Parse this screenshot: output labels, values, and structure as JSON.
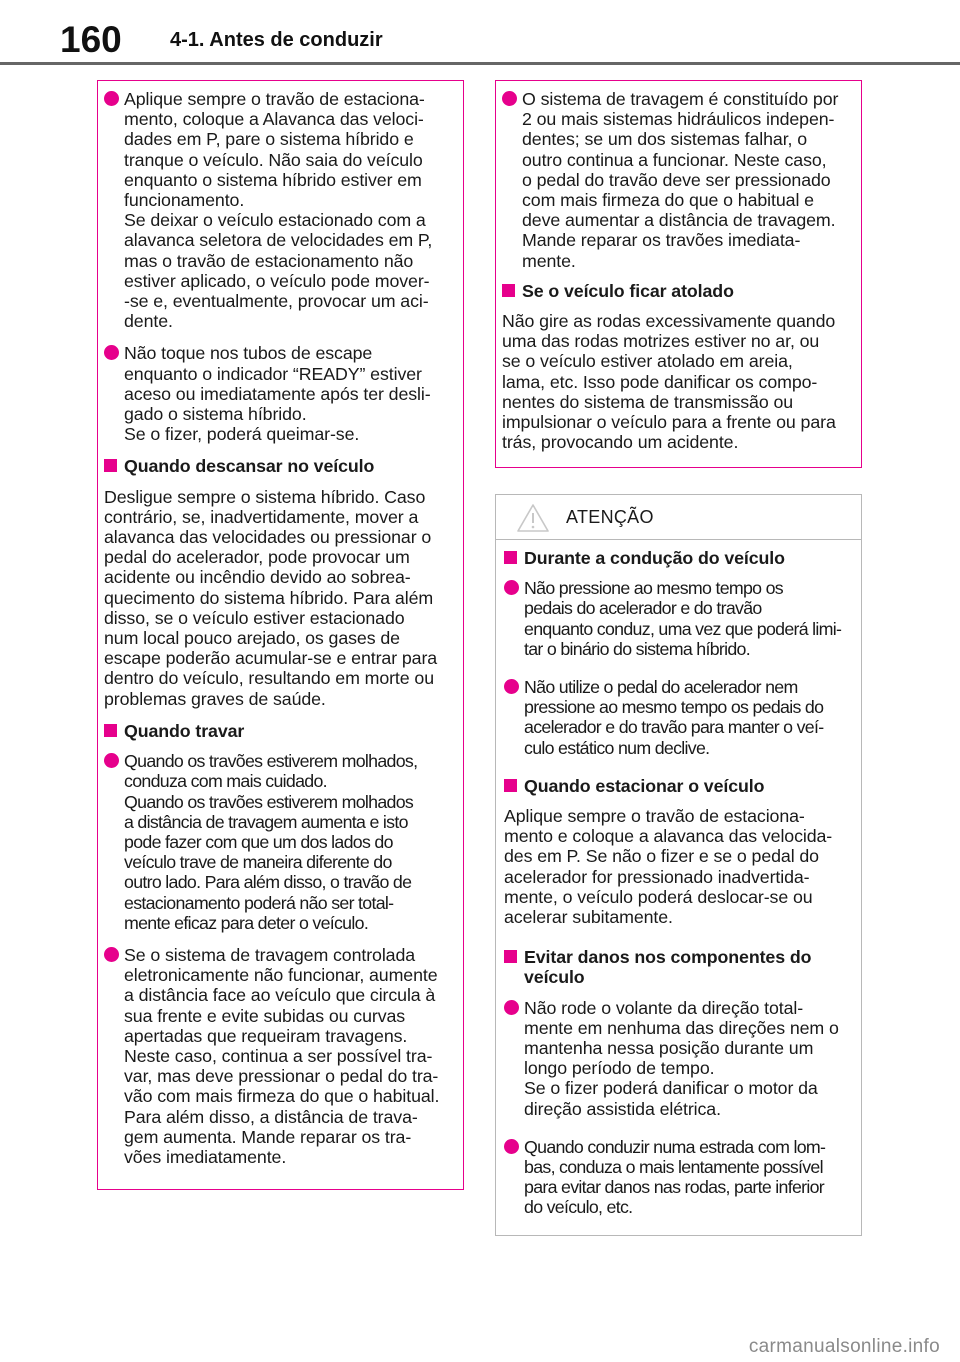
{
  "header": {
    "page_number": "160",
    "chapter": "4-1. Antes de conduzir"
  },
  "left_box": {
    "b1": [
      "Aplique sempre o travão de estaciona-",
      "mento, coloque a Alavanca das veloci-",
      "dades em P, pare o sistema híbrido e",
      "tranque o veículo. Não saia do veículo",
      "enquanto o sistema híbrido estiver em",
      "funcionamento.",
      "Se deixar o veículo estacionado com a",
      "alavanca seletora de velocidades em P,",
      "mas o travão de estacionamento não",
      "estiver aplicado, o veículo pode mover-",
      "-se e, eventualmente, provocar um aci-",
      "dente."
    ],
    "b2": [
      "Não toque nos tubos de escape",
      "enquanto o indicador “READY” estiver",
      "aceso ou imediatamente após ter desli-",
      "gado o sistema híbrido.",
      "Se o fizer, poderá queimar-se."
    ],
    "h1": "Quando descansar no veículo",
    "p1": [
      "Desligue sempre o sistema híbrido. Caso",
      "contrário, se, inadvertidamente, mover a",
      "alavanca das velocidades ou pressionar o",
      "pedal do acelerador, pode provocar um",
      "acidente ou incêndio devido ao sobrea-",
      "quecimento do sistema híbrido. Para além",
      "disso, se o veículo estiver estacionado",
      "num local pouco arejado, os gases de",
      "escape poderão acumular-se e entrar para",
      "dentro do veículo, resultando em morte ou",
      "problemas graves de saúde."
    ],
    "h2": "Quando travar",
    "b3": [
      "Quando os travões estiverem molhados,",
      "conduza com mais cuidado.",
      "Quando os travões estiverem molhados",
      "a distância de travagem aumenta e isto",
      "pode fazer com que um dos lados do",
      "veículo trave de maneira diferente do",
      "outro lado. Para além disso, o travão de",
      "estacionamento poderá não ser total-",
      "mente eficaz para deter o veículo."
    ],
    "b4": [
      "Se o sistema de travagem controlada",
      "eletronicamente não funcionar, aumente",
      "a distância face ao veículo que circula à",
      "sua frente e evite subidas ou curvas",
      "apertadas que requeiram travagens.",
      "Neste caso, continua a ser possível tra-",
      "var, mas deve pressionar o pedal do tra-",
      "vão com mais firmeza do que o habitual.",
      "Para além disso, a distância de trava-",
      "gem aumenta. Mande reparar os tra-",
      "vões imediatamente."
    ]
  },
  "right_box": {
    "b1": [
      "O sistema de travagem é constituído por",
      "2 ou mais sistemas hidráulicos indepen-",
      "dentes; se um dos sistemas falhar, o",
      "outro continua a funcionar. Neste caso,",
      "o pedal do travão deve ser pressionado",
      "com mais firmeza do que o habitual e",
      "deve aumentar a distância de travagem.",
      "Mande reparar os travões imediata-",
      "mente."
    ],
    "h1": "Se o veículo ficar atolado",
    "p1": [
      "Não gire as rodas excessivamente quando",
      "uma das rodas motrizes estiver no ar, ou",
      "se o veículo estiver atolado em areia,",
      "lama, etc. Isso pode danificar os compo-",
      "nentes do sistema de transmissão ou",
      "impulsionar o veículo para a frente ou para",
      "trás, provocando um acidente."
    ]
  },
  "warning_box": {
    "title": "ATENÇÃO",
    "h1": "Durante a condução do veículo",
    "b1": [
      "Não pressione ao mesmo tempo os",
      "pedais do acelerador e do travão",
      "enquanto conduz, uma vez que poderá limi-",
      "tar o binário do sistema híbrido."
    ],
    "b2": [
      "Não utilize o pedal do acelerador nem",
      "pressione ao mesmo tempo os pedais do",
      "acelerador e do travão para manter o veí-",
      "culo estático num declive."
    ],
    "h2": "Quando estacionar o veículo",
    "p1": [
      "Aplique sempre o travão de estaciona-",
      "mento e coloque a alavanca das velocida-",
      "des em P. Se não o fizer e se o pedal do",
      "acelerador for pressionado inadvertida-",
      "mente, o veículo poderá deslocar-se ou",
      "acelerar subitamente."
    ],
    "h3": [
      "Evitar danos nos componentes do",
      "veículo"
    ],
    "b3": [
      "Não rode o volante da direção total-",
      "mente em nenhuma das direções nem o",
      "mantenha nessa posição durante um",
      "longo período de tempo.",
      "Se o fizer poderá danificar o motor da",
      "direção assistida elétrica."
    ],
    "b4": [
      "Quando conduzir numa estrada com lom-",
      "bas, conduza o mais lentamente possível",
      "para evitar danos nas rodas, parte inferior",
      "do veículo, etc."
    ]
  },
  "watermark": "carmanualsonline.info",
  "colors": {
    "accent": "#e6008c",
    "warning_border": "#b8b8b8",
    "rule": "#666666"
  }
}
